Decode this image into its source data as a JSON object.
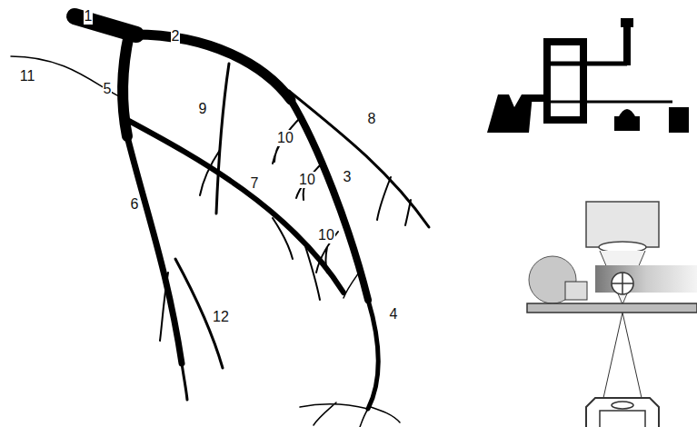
{
  "diagram": {
    "labels": [
      "1",
      "2",
      "11",
      "5",
      "9",
      "8",
      "10",
      "3",
      "10",
      "7",
      "6",
      "10",
      "4",
      "12"
    ]
  }
}
